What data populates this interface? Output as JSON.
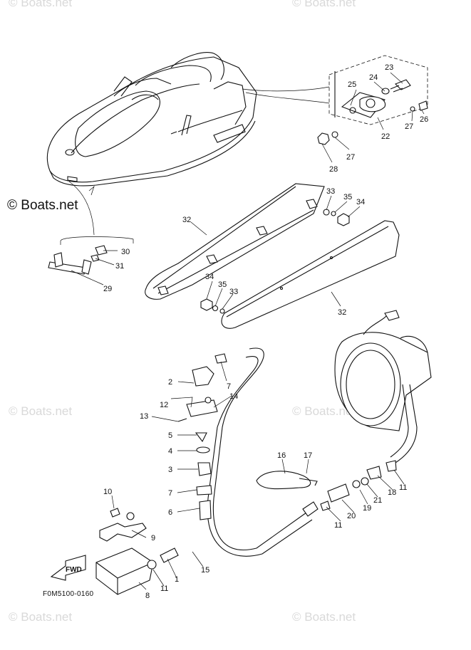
{
  "watermarks": {
    "top_left": "© Boats.net",
    "top_right": "© Boats.net",
    "main": "© Boats.net",
    "mid_left": "© Boats.net",
    "mid_right": "© Boats.net",
    "bottom_left": "© Boats.net",
    "bottom_right": "© Boats.net"
  },
  "diagram_code": "F0M5100-0160",
  "fwd_label": "FWD",
  "callouts": {
    "c1": "1",
    "c2": "2",
    "c3": "3",
    "c4": "4",
    "c5": "5",
    "c6": "6",
    "c7a": "7",
    "c7b": "7",
    "c8": "8",
    "c9": "9",
    "c10": "10",
    "c11a": "11",
    "c11b": "11",
    "c11c": "11",
    "c12": "12",
    "c13": "13",
    "c14": "14",
    "c15": "15",
    "c16": "16",
    "c17": "17",
    "c18": "18",
    "c19": "19",
    "c20": "20",
    "c21": "21",
    "c22": "22",
    "c23": "23",
    "c24": "24",
    "c25": "25",
    "c26": "26",
    "c27a": "27",
    "c27b": "27",
    "c28": "28",
    "c29": "29",
    "c30": "30",
    "c31": "31",
    "c32a": "32",
    "c32b": "32",
    "c33a": "33",
    "c33b": "33",
    "c34a": "34",
    "c34b": "34",
    "c35a": "35",
    "c35b": "35"
  }
}
